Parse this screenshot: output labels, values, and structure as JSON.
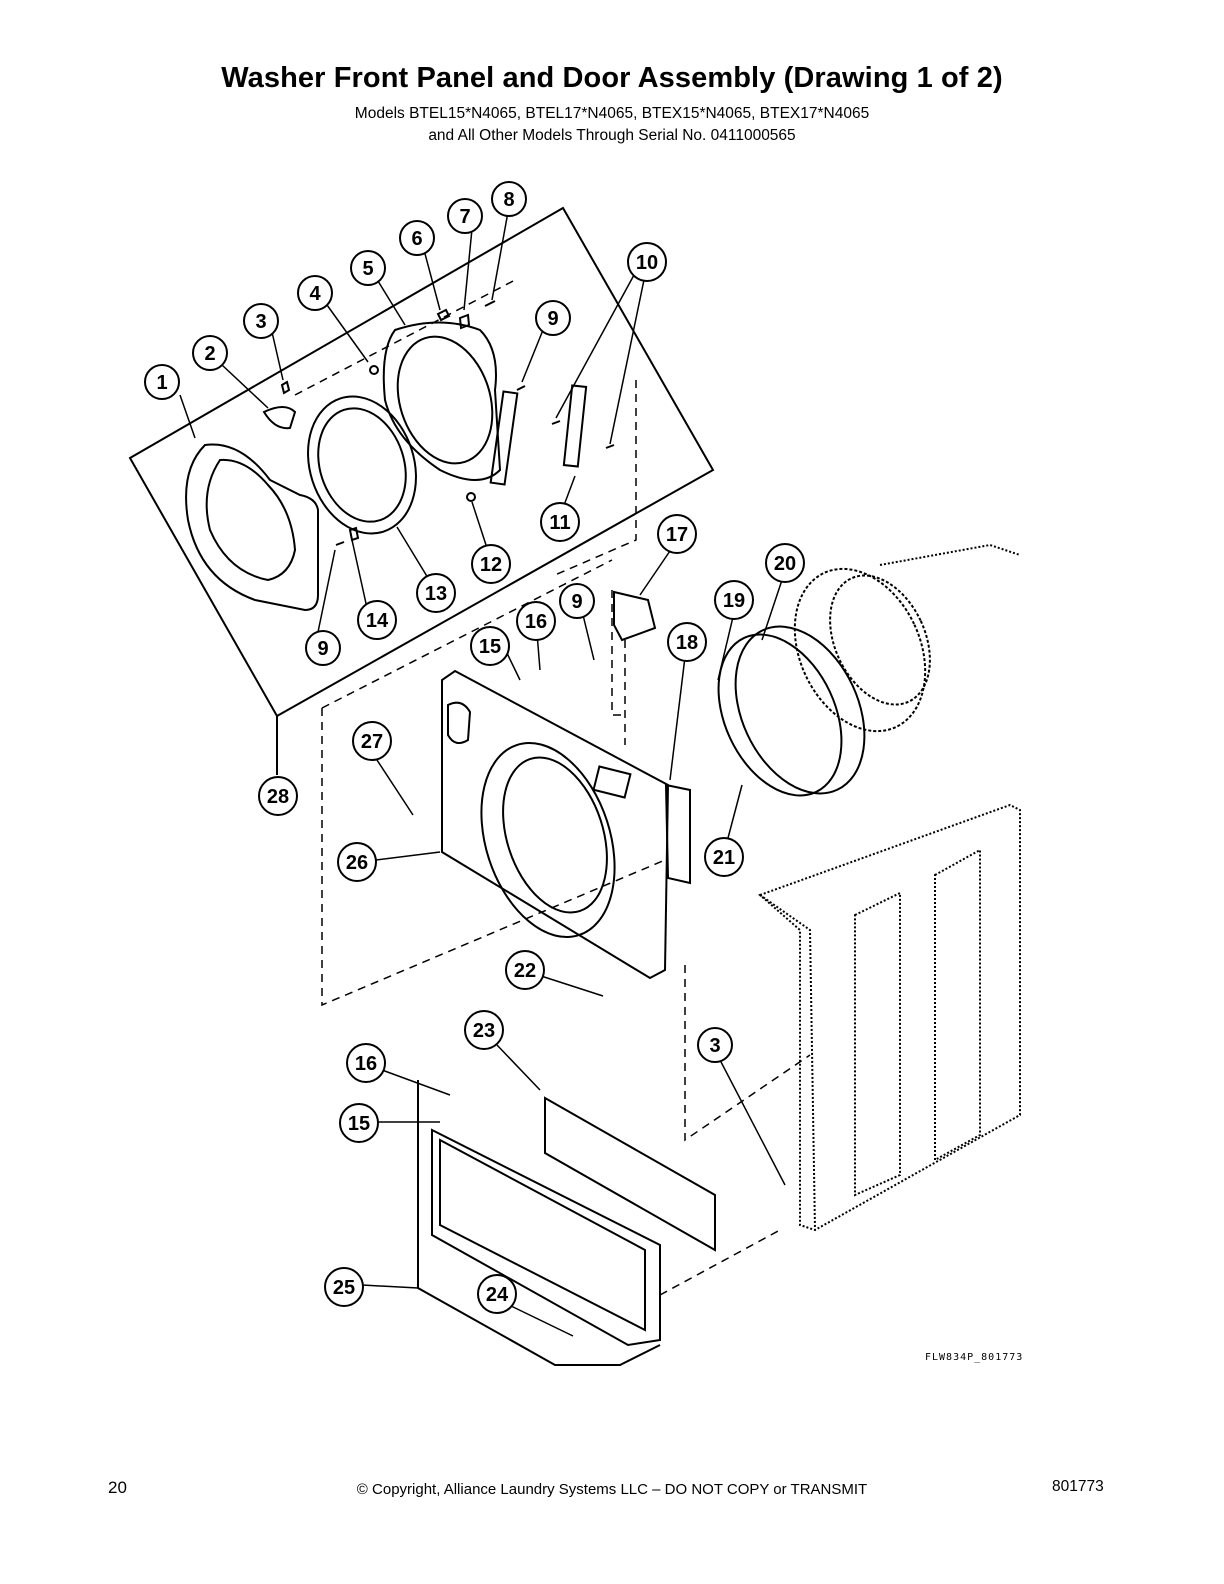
{
  "document": {
    "title": "Washer Front Panel and Door Assembly (Drawing 1 of 2)",
    "subtitle_line1": "Models BTEL15*N4065, BTEL17*N4065, BTEX15*N4065, BTEX17*N4065",
    "subtitle_line2": "and All Other Models Through Serial No. 0411000565",
    "drawing_code": "FLW834P_801773"
  },
  "callouts": [
    "1",
    "2",
    "3",
    "4",
    "5",
    "6",
    "7",
    "8",
    "9",
    "10",
    "11",
    "12",
    "13",
    "14",
    "9",
    "15",
    "16",
    "9",
    "17",
    "18",
    "19",
    "20",
    "21",
    "22",
    "23",
    "3",
    "16",
    "15",
    "24",
    "25",
    "26",
    "27",
    "28"
  ],
  "footer": {
    "page_number": "20",
    "copyright": "© Copyright, Alliance Laundry Systems LLC – DO NOT COPY or TRANSMIT",
    "doc_number": "801773"
  }
}
